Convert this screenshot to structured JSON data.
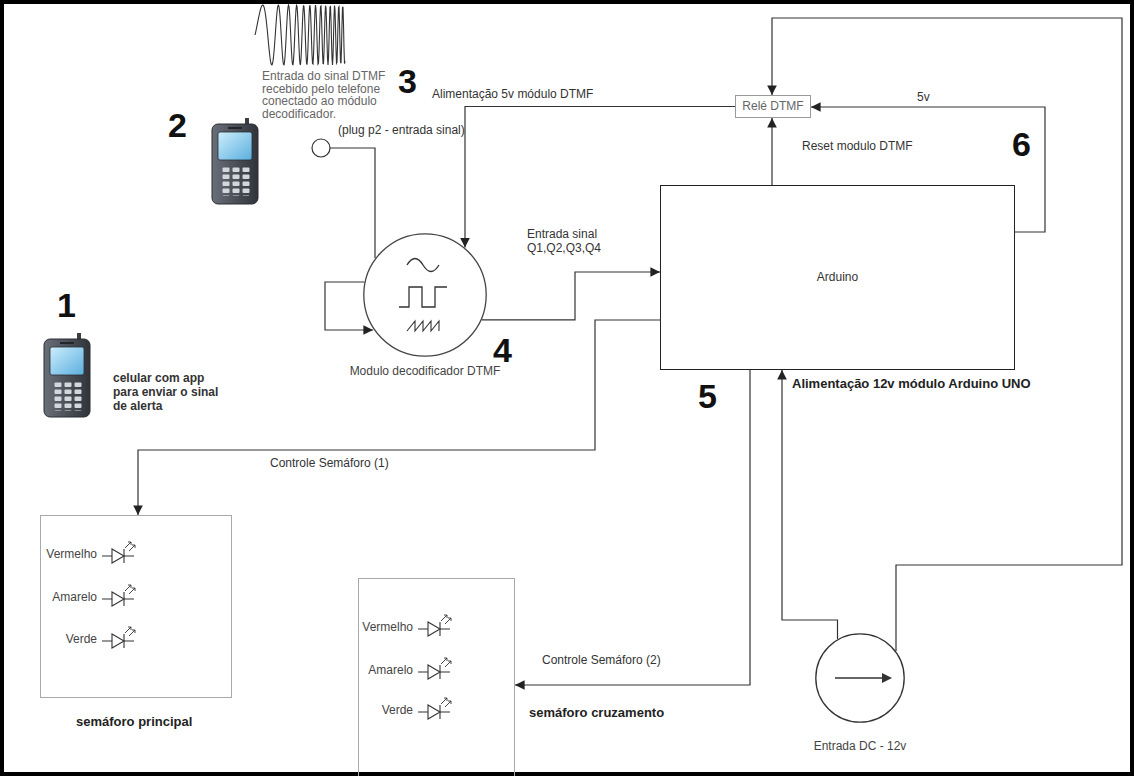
{
  "diagram": {
    "nodes": [
      {
        "text": [
          "Relé DTMF"
        ]
      },
      {
        "text": [
          "Modulo decodificador DTMF"
        ]
      },
      {
        "text": [
          "Arduino"
        ]
      },
      {
        "text": [
          "Vermelho",
          "Amarelo",
          "Verde",
          "semáforo principal"
        ]
      },
      {
        "text": [
          "Vermelho",
          "Amarelo",
          "Verde",
          "semáforo cruzamento"
        ]
      },
      {
        "text": [
          "Entrada DC - 12v"
        ]
      }
    ],
    "edges": [
      {
        "from": 0,
        "to": 1,
        "arrow": "to",
        "label": "Alimentação 5v módulo DTMF"
      },
      {
        "from": 1,
        "to": 2,
        "arrow": "to",
        "label": "Entrada sinal Q1,Q2,Q3,Q4"
      },
      {
        "from": 2,
        "to": 0,
        "arrow": "to",
        "label": "Reset modulo DTMF"
      },
      {
        "from": 2,
        "to": 0,
        "arrow": "to",
        "label": "5v"
      },
      {
        "from": 5,
        "to": 2,
        "arrow": "to",
        "label": "Alimentação 12v módulo Arduino UNO"
      },
      {
        "from": 5,
        "to": 0,
        "arrow": "to"
      },
      {
        "from": 2,
        "to": 3,
        "arrow": "to",
        "label": "Controle Semáforo (1)"
      },
      {
        "from": 2,
        "to": 4,
        "arrow": "to",
        "label": "Controle Semáforo (2)"
      }
    ],
    "labels": [
      "Entrada do sinal DTMF recebido pelo telefone conectado ao módulo decodificador.",
      "3",
      "2",
      "(plug p2 - entrada sinal)",
      "1",
      "celular com app para enviar o sinal de alerta",
      "4",
      "6",
      "5"
    ]
  }
}
